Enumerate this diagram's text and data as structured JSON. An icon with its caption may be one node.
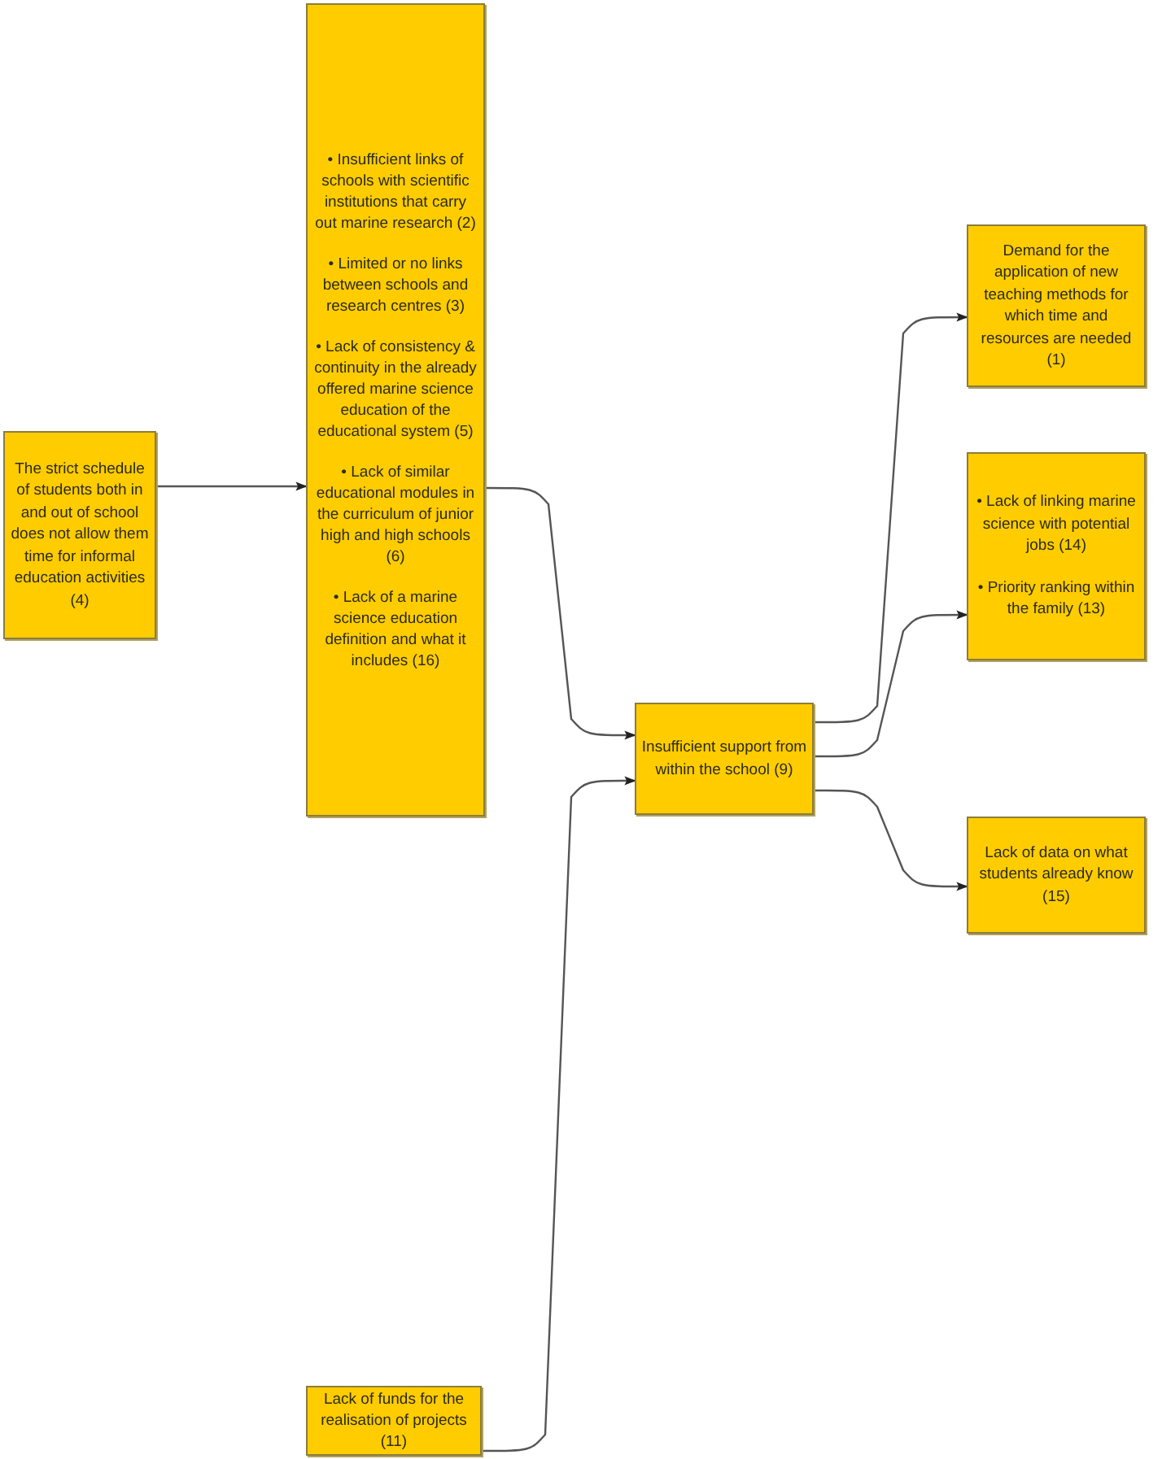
{
  "diagram": {
    "nodes": [
      {
        "text": [
          "The strict schedule of students both in and out of school does not allow them time for informal education activities (4)"
        ]
      },
      {
        "text": [
          "• Insufficient links of schools with scientific institutions that carry out marine research (2)",
          "• Limited or no links between schools and research centres (3)",
          "• Lack of consistency & continuity in the already offered marine science education of the educational system (5)",
          "• Lack of similar educational modules in the curriculum of junior high and high schools (6)",
          "• Lack of a marine science education definition and what it includes (16)"
        ]
      },
      {
        "text": [
          "Insufficient support from within the school (9)"
        ]
      },
      {
        "text": [
          "Demand for the application of new teaching methods for which time and resources are needed (1)"
        ]
      },
      {
        "text": [
          "• Lack of linking marine science with potential jobs (14)",
          "• Priority ranking within the family (13)"
        ]
      },
      {
        "text": [
          "Lack of data on what students already know (15)"
        ]
      },
      {
        "text": [
          "Lack of funds for the realisation of projects (11)"
        ]
      }
    ],
    "edges": [
      {
        "from": 0,
        "to": 1,
        "arrow": "to"
      },
      {
        "from": 1,
        "to": 2,
        "arrow": "to"
      },
      {
        "from": 6,
        "to": 2,
        "arrow": "to"
      },
      {
        "from": 2,
        "to": 3,
        "arrow": "to"
      },
      {
        "from": 2,
        "to": 4,
        "arrow": "to"
      },
      {
        "from": 2,
        "to": 5,
        "arrow": "to"
      }
    ]
  }
}
